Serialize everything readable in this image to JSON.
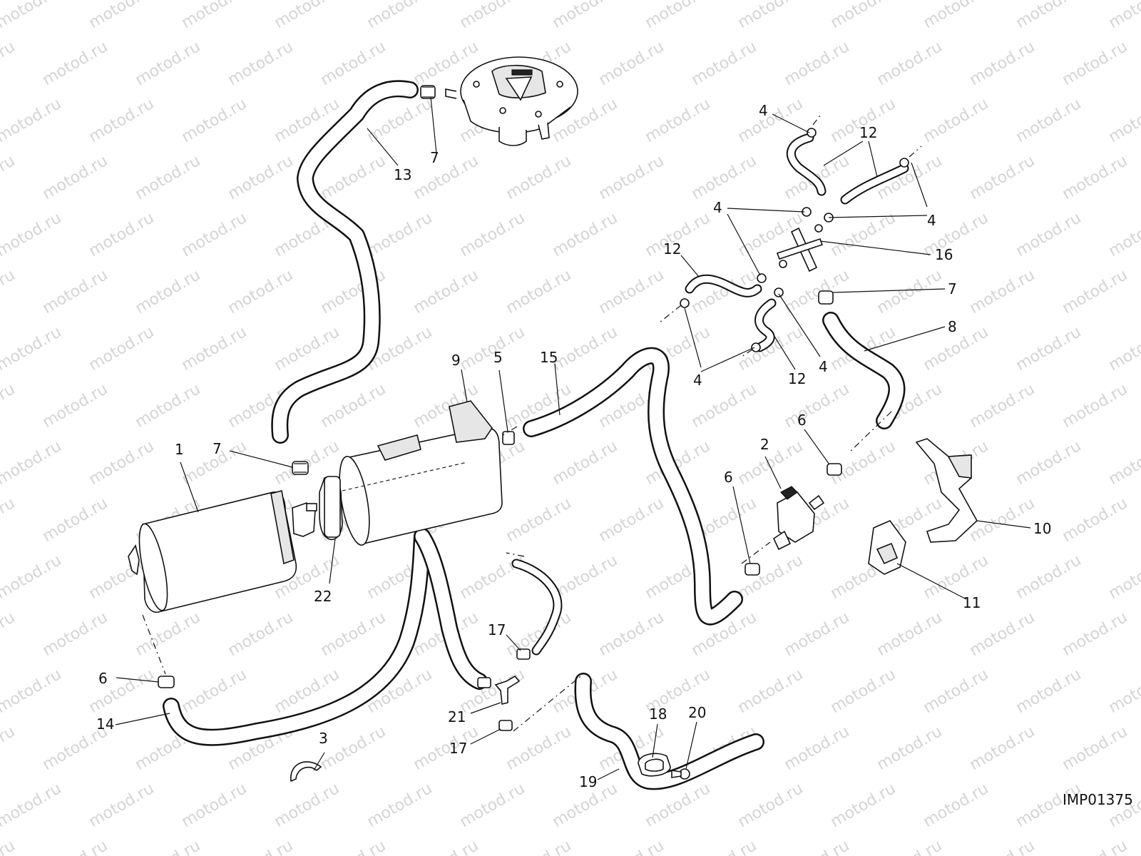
{
  "watermark": "motod.ru",
  "drawing_code": "IMP01375",
  "part_numbers": {
    "p1": "1",
    "p2": "2",
    "p3": "3",
    "p4": "4",
    "p5": "5",
    "p6": "6",
    "p7": "7",
    "p8": "8",
    "p9": "9",
    "p10": "10",
    "p11": "11",
    "p12": "12",
    "p13": "13",
    "p14": "14",
    "p15": "15",
    "p16": "16",
    "p17": "17",
    "p18": "18",
    "p19": "19",
    "p20": "20",
    "p21": "21",
    "p22": "22"
  }
}
